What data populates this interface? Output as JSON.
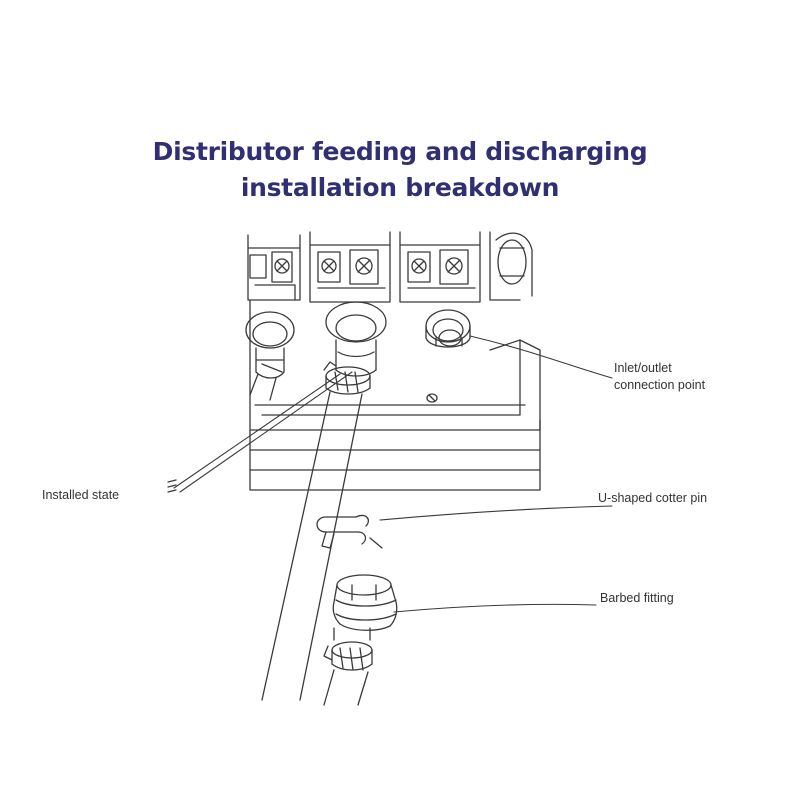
{
  "title": {
    "line1": "Distributor feeding and discharging",
    "line2": "installation breakdown"
  },
  "labels": {
    "inlet_outlet_line1": "Inlet/outlet",
    "inlet_outlet_line2": "connection point",
    "installed_state": "Installed state",
    "cotter_pin": "U-shaped cotter pin",
    "barbed_fitting": "Barbed fitting"
  },
  "colors": {
    "title": "#312f73",
    "line_art": "#3a3a3a",
    "label_text": "#333333"
  }
}
